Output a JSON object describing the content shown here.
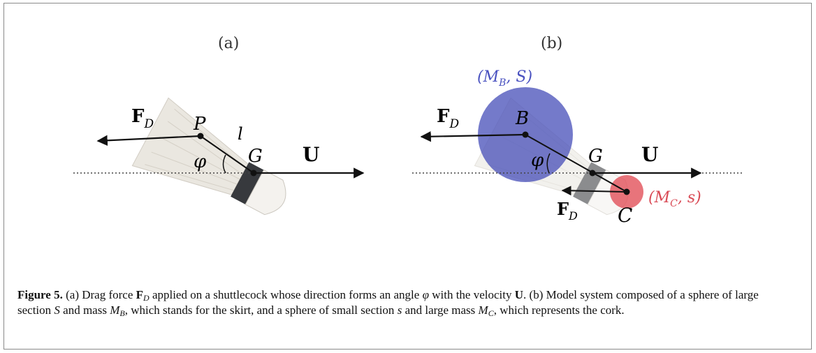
{
  "figure": {
    "panel_a_label": "(a)",
    "panel_b_label": "(b)",
    "labels_a": {
      "force": "F",
      "force_sub": "D",
      "point_p": "P",
      "length": "l",
      "angle": "φ",
      "point_g": "G",
      "velocity": "U"
    },
    "labels_b": {
      "big_sphere": "(M",
      "big_sphere_sub": "B",
      "big_sphere_tail": ", S)",
      "force": "F",
      "force_sub": "D",
      "point_b": "B",
      "angle": "φ",
      "point_g": "G",
      "velocity": "U",
      "small_sphere": "(M",
      "small_sphere_sub": "C",
      "small_sphere_tail": ", s)",
      "force2": "F",
      "force2_sub": "D",
      "point_c": "C"
    },
    "colors": {
      "big_sphere": "#3f47b5",
      "small_sphere": "#e0454f",
      "big_sphere_label": "#4a52c0",
      "small_sphere_label": "#d94a55",
      "feather": "#e9e6df",
      "cork": "#f4f2ee",
      "band": "#2d2f33"
    }
  },
  "caption": {
    "fig_tag": "Figure 5.",
    "t1": " (a) Drag force ",
    "F": "F",
    "D": "D",
    "t2": " applied on a shuttlecock whose direction forms an angle ",
    "phi": "φ",
    "t3": " with the velocity ",
    "U": "U",
    "t4": ". (b) Model system composed of a sphere of large section ",
    "S": "S",
    "t5": " and mass ",
    "M": "M",
    "B": "B",
    "t6": ", which stands for the skirt, and a sphere of small section ",
    "s": "s",
    "t7": " and large mass ",
    "M2": "M",
    "C": "C",
    "t8": ", which represents the cork."
  }
}
